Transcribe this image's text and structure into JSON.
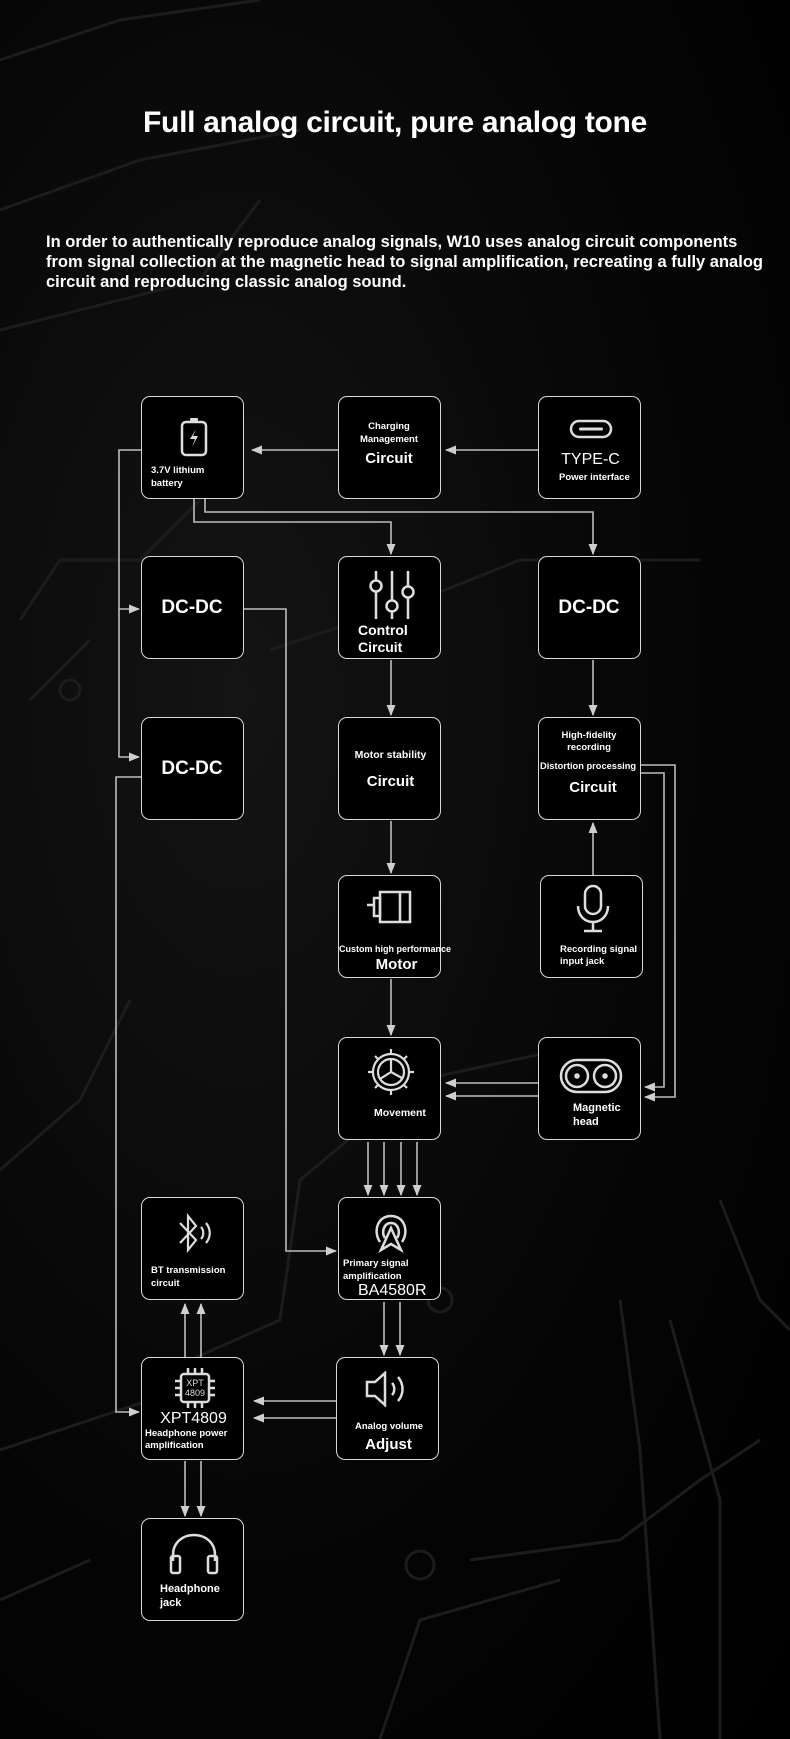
{
  "title": "Full analog circuit, pure analog tone",
  "intro": "In order to authentically reproduce analog signals, W10 uses analog circuit components from signal collection at the magnetic head to signal amplification, recreating a fully analog circuit and reproducing classic analog sound.",
  "blocks": {
    "battery": {
      "line1": "3.7V lithium",
      "line2": "battery"
    },
    "charging": {
      "line1": "Charging",
      "line2": "Management",
      "main": "Circuit"
    },
    "typec": {
      "main": "TYPE-C",
      "sub": "Power interface"
    },
    "dcdc1": {
      "main": "DC-DC"
    },
    "control": {
      "line1": "Control",
      "line2": "Circuit"
    },
    "dcdc3": {
      "main": "DC-DC"
    },
    "dcdc2": {
      "main": "DC-DC"
    },
    "motor_stability": {
      "sub": "Motor stability",
      "main": "Circuit"
    },
    "hifi": {
      "line1": "High-fidelity",
      "line2": "recording",
      "line3": "Distortion processing",
      "main": "Circuit"
    },
    "motor": {
      "sub": "Custom high performance",
      "main": "Motor"
    },
    "mic": {
      "line1": "Recording signal",
      "line2": "input jack"
    },
    "movement": {
      "main": "Movement"
    },
    "magnetic_head": {
      "line1": "Magnetic",
      "line2": "head"
    },
    "bt": {
      "line1": "BT transmission",
      "line2": "circuit"
    },
    "primary": {
      "line1": "Primary signal",
      "line2": "amplification",
      "main": "BA4580R"
    },
    "xpt": {
      "chip1": "XPT",
      "chip2": "4809",
      "main": "XPT4809",
      "line1": "Headphone power",
      "line2": "amplification"
    },
    "volume": {
      "sub": "Analog volume",
      "main": "Adjust"
    },
    "headphone": {
      "line1": "Headphone",
      "line2": "jack"
    }
  }
}
